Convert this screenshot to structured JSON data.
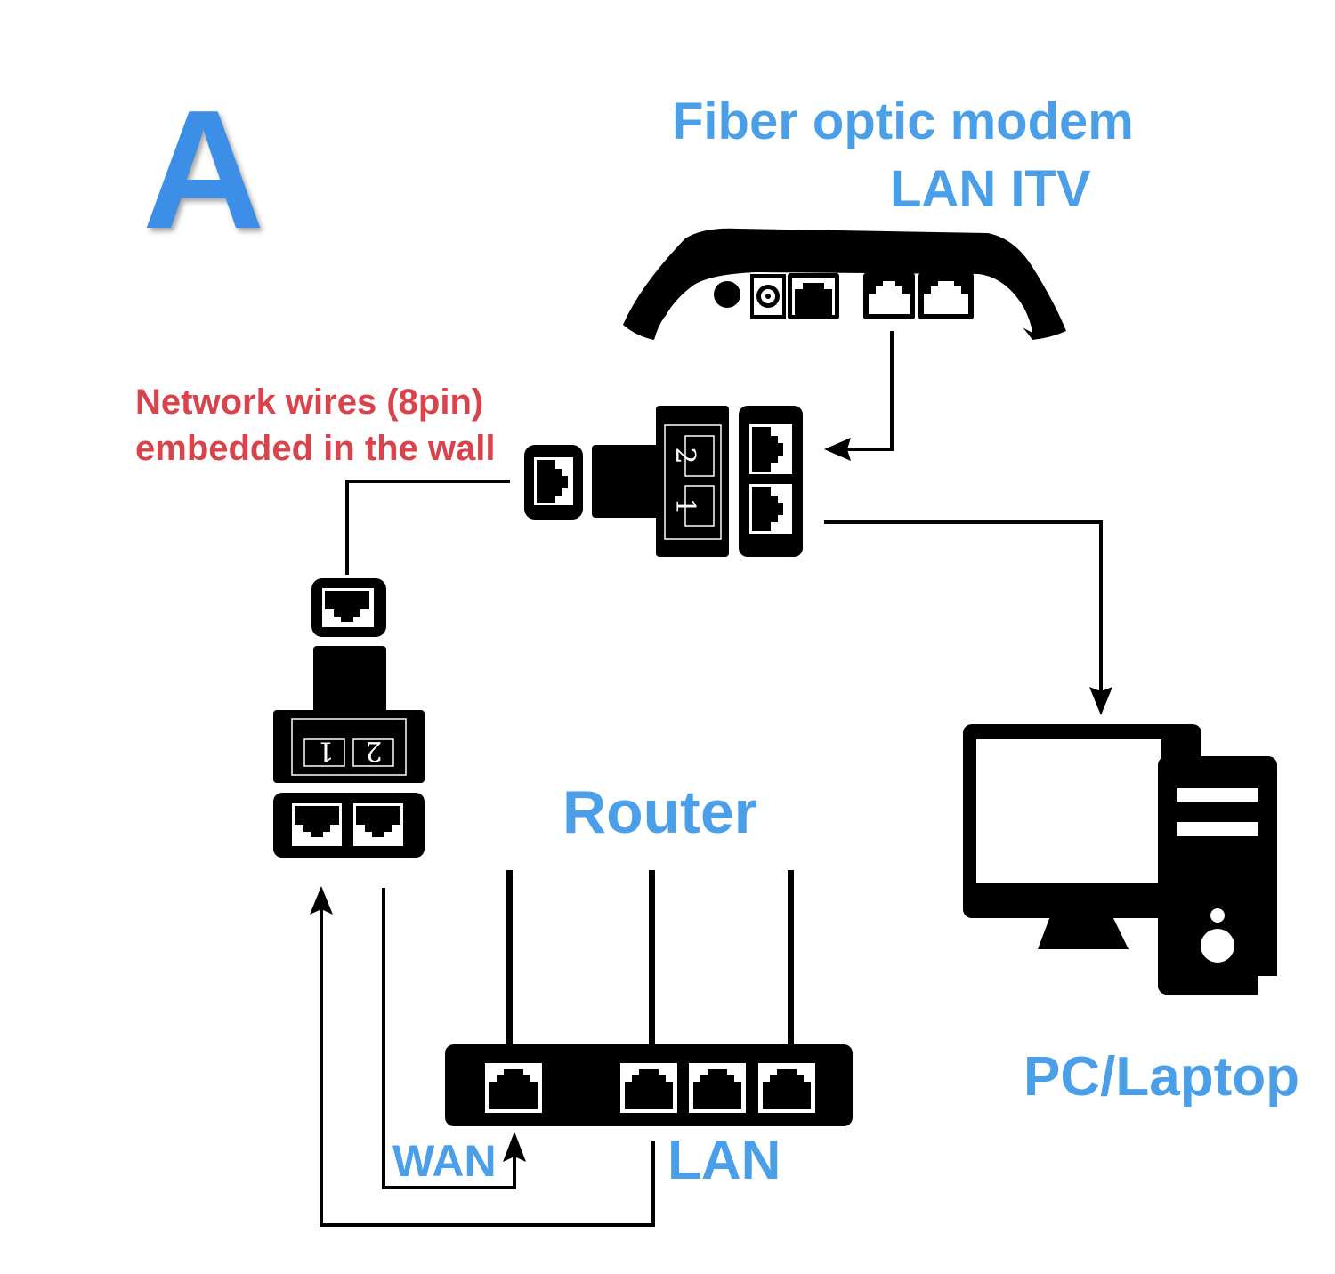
{
  "diagram": {
    "panel_letter": "A",
    "colors": {
      "label_blue": "#4a9fe8",
      "letter_blue": "#3d8ee6",
      "label_red": "#d9434b",
      "ink": "#000000"
    },
    "modem": {
      "title_line1": "Fiber optic modem",
      "title_line2": "LAN ITV",
      "ports": [
        "power-button",
        "dc-power-jack",
        "fiber-port",
        "lan-port",
        "itv-port"
      ]
    },
    "wall_wires_label": {
      "line1": "Network wires (8pin)",
      "line2": "embedded in the wall"
    },
    "splitter_top": {
      "port_numbers": [
        "2",
        "1"
      ]
    },
    "splitter_left": {
      "port_numbers": [
        "1",
        "2"
      ]
    },
    "router": {
      "title": "Router",
      "wan_label": "WAN",
      "lan_label": "LAN",
      "antenna_count": 3,
      "wan_port_count": 1,
      "lan_port_count": 3
    },
    "pc": {
      "title": "PC/Laptop"
    },
    "connections": [
      {
        "from": "modem.lan-port",
        "to": "splitter_top.upper-port"
      },
      {
        "from": "splitter_top.lower-port",
        "to": "pc"
      },
      {
        "from": "splitter_top.single-port",
        "to": "splitter_left.single-port",
        "via": "wall"
      },
      {
        "from": "splitter_left.port-2",
        "to": "router.wan"
      },
      {
        "from": "router.lan",
        "to": "splitter_left.port-1"
      }
    ]
  }
}
